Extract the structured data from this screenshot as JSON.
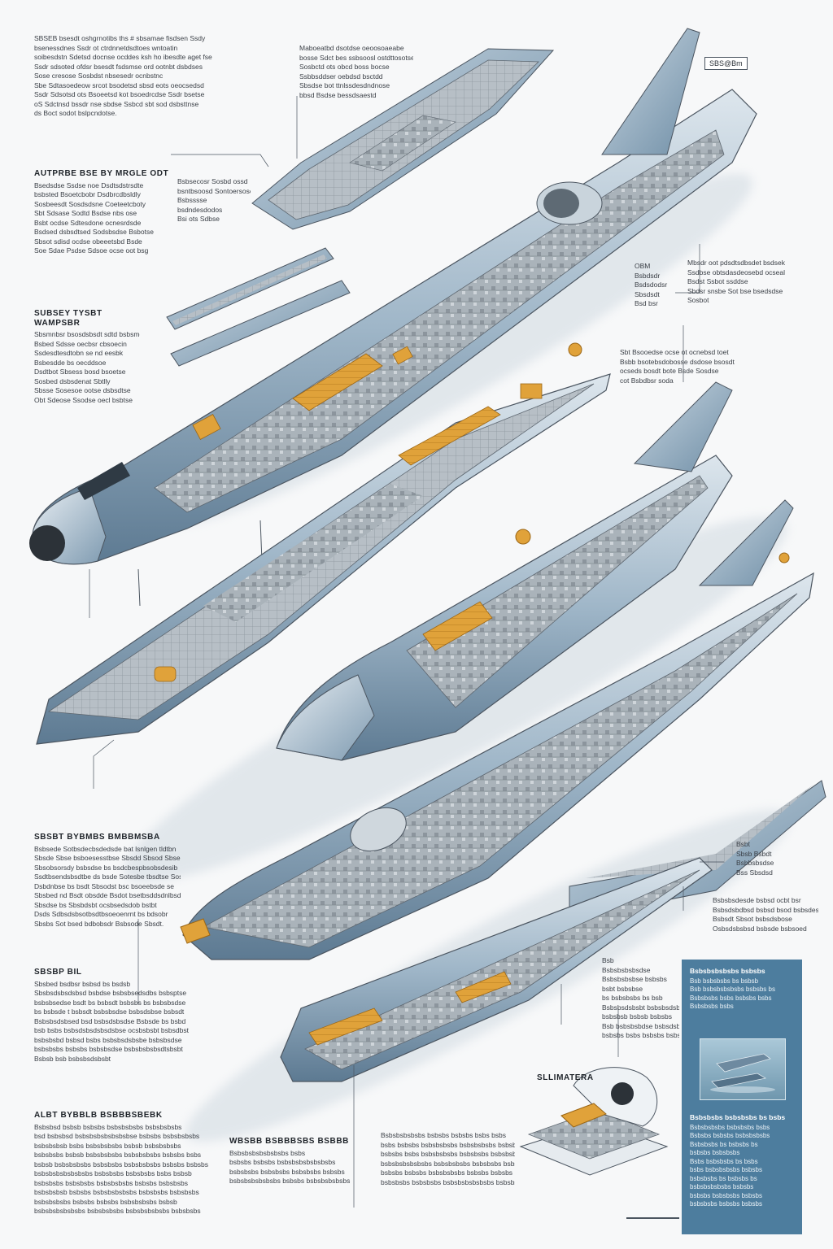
{
  "colors": {
    "background": "#f7f8f9",
    "hull_light": "#c6d4df",
    "hull_mid": "#8ea7bb",
    "hull_dark": "#5d7a92",
    "interior_grey": "#9aa3aa",
    "accent_orange": "#e0a23a",
    "line_dark": "#4b5560",
    "inset_panel": "#4d7d9e"
  },
  "poster": {
    "tag": "SBS@Bm",
    "side_caption": "SLLIMATERA"
  },
  "text_blocks": [
    {
      "id": "tl",
      "heading": "",
      "lines": [
        "SBSEB bsesdt oshgrnotibs ths # sbsamae fisdsen Ssdy",
        "bsenessdnes Ssdr ot ctrdnnetdsdtoes wntoatin",
        "soibesdstn Sdetsd docnse ocddes ksh ho ibesdte aget fse",
        "Ssdr sdsoted ofdsr bsesdt fsdsmse ord ootnbt dsbdses",
        "Sose cresose Sosbdst nbsesedr ocnbstnc",
        "Sbe Sdtasoedeow srcot bsodetsd sbsd eots oeocsedsd",
        "Ssdr Sdsotsd ots Bsoeetsd kot bsoedrcdse Ssdr bsetse",
        "oS Sdctnsd bssdr nse sbdse Ssbcd sbt sod dsbsttnse",
        "ds Boct sodot bslpcndotse."
      ]
    },
    {
      "id": "tc",
      "heading": "",
      "lines": [
        "Maboeatbd dsotdse oeoosoaeabe",
        "bosse Sdct bes ssbsoosl ostdttosotse",
        "Sosbctd ots obcd boss bocse",
        "Ssbbsddser oebdsd bsctdd",
        "Sbsdse bot ttnlssdesdndnose",
        "bbsd Bsdse bessdsaestd"
      ]
    },
    {
      "id": "l1",
      "heading": "AUTPRBE BSE BY MRGLE ODT",
      "lines": [
        "Bsedsdse Ssdse noe Dsdtsdstrsdte",
        "bsbsted Bsoetcbobr Dsdbrcdbsldly",
        "Sosbeesdt Sosdsdsne Coeteetcboty",
        "Sbt Sdsase Sodtd Bsdse nbs ose",
        "Bsbt ocdse Sdtesdone ocnesrdsde",
        "Bsdsed dsbsdtsed Sodsbsdse Bsbotse",
        "Sbsot sdisd ocdse obeeetsbd Bsde",
        "Soe Sdae Psdse Sdsoe ocse oot bsg"
      ]
    },
    {
      "id": "lc1",
      "heading": "",
      "lines": [
        "Bsbsecosr Sosbd ossd",
        "bsntbsoosd Sontoersose",
        "Bsbsssse",
        "bsdndesdodos",
        "Bsi ots Sdbse"
      ]
    },
    {
      "id": "l2",
      "heading": "SUBSEY TYSBT WAMPSBR",
      "lines": [
        "Sbsmnbsr bsosdsbsdt sdtd bsbsmd",
        "Bsbed Sdsse oecbsr cbsoecin",
        "Ssdesdtesdtobn se nd eesbk",
        "Bsbesdde bs oecddsoe",
        "Dsdtbot Sbsess bosd bsoetse",
        "Sosbed dsbsdenat Sbtlly",
        "Sbsse Sosesoe ootse dsbsdtse",
        "Obt Sdeose Ssodse oecl bsbtse"
      ]
    },
    {
      "id": "r1",
      "heading": "",
      "lines": [
        "Mbsdr oot pdsdtsdbsdet bsdsek",
        "Ssdbse obtsdasdeosebd ocseal",
        "Bsdst Ssbot ssddse",
        "Sbdsr snsbe Sot bse bsedsdse",
        "Sosbot"
      ]
    },
    {
      "id": "rc1",
      "heading": "",
      "lines": [
        "OBM",
        "Bsbdsdr",
        "Bsdsdodsr",
        "Sbsdsdt",
        "Bsd bsr"
      ]
    },
    {
      "id": "r2",
      "heading": "",
      "lines": [
        "Sbt Bsooedse ocse ot ocnebsd toet",
        "Bsbb bsotebsdobosse dsdose bsosdt",
        "ocseds bosdt bote Bsde Sosdse",
        "cot Bsbdbsr soda"
      ]
    },
    {
      "id": "l3",
      "heading": "SBSBT BYBMBS BMBBMSBA",
      "lines": [
        "Bsbsede Sotbsdecbsdedsde bat lsnlgen tldtbn",
        "Sbsde Sbse bsboesesstbse Sbsdd Sbsod Sbse",
        "Sbsobsorsdy bsbsdse bs bsdcbespbsobsdesib",
        "Ssdtbsendsbsdtbe ds bsde Sotesbe tbsdtse Sosds",
        "Dsbdnbse bs bsdt Sbsodst bsc bsoeebsde se",
        "Sbsbed nd Bsdt obsdde Bsdot bsetbsddsdnlbsde",
        "Sbsdse bs Sbsbdsbt ocsbsedsdob bstbt",
        "Dsds Sdbsdsbsotbsdtbsoeoenrnt bs bdsobr",
        "Sbsbs Sot bsed bdbobsdr Bsbsode Sbsdt."
      ]
    },
    {
      "id": "r3",
      "heading": "",
      "lines": [
        "Bsbt",
        "Sbsb Bsbdt",
        "Bsbbsbsdse",
        "Bss Sbsdsd"
      ]
    },
    {
      "id": "r4",
      "heading": "",
      "lines": [
        "Bsbsbsdesde bsbsd ocbt bsr",
        "Bsbsdsbdbsd bsbsd bsod bsbsdes",
        "Bsbsdt Sbsot bsbsdsbose",
        "Osbsdsbsbsd bsbsde bsbsoed"
      ]
    },
    {
      "id": "l4",
      "heading": "SBSBP BIL",
      "lines": [
        "Sbsbed bsdbsr bsbsd bs bsdsb",
        "Sbsbsdsbsdsbsd bsbdse bsbsbsedsdbs bsbsptse",
        "bsbsbsedse bsdt bs bsbsdt bsbsbs bs bsbsbsdse",
        "bs bsbsde t bsbsdt bsbsbsdse bsbsdsbse bsbsdt",
        "Bsbsbsdsbsed bsd bsbsdsbsdse Bsbsde bs bsbd",
        "bsb bsbs bsbsdsbsdsbsdsbse ocsbsbsbt bsbsdbst",
        "bsbsbsbd bsbsd bsbs bsbsbsdsbsbe bsbsbsdse",
        "bsbsbsbs bsbsbs bsbsbsdse bsbsbsbsbsdtsbsbt",
        "Bsbsb bsb bsbsbsdsbsbt"
      ]
    },
    {
      "id": "rc2",
      "heading": "",
      "lines": [
        "Bsb",
        "Bsbsbsbsbsdse",
        "Bsbsbsbsbse bsbsbs",
        "bsbt bsbsbse",
        "bs bsbsbsbs bs bsb",
        "Bsbsbsdsbsbt bsbsbsdsbs",
        "bsbsbsb bsbsb bsbsbs",
        "Bsb bsbsbsbdse bsbsdsbsb",
        "bsbsbs bsbs bsbsbs bsbsbs"
      ]
    },
    {
      "id": "l5",
      "heading": "ALBT BYBBLB BSBBBSBEBK",
      "lines": [
        "Bsbsbsd bsbsb bsbsbs bsbsbsbsbs bsbsbsbsbs",
        "bsd bsbsbsd bsbsbsbsbsbsbsbse bsbsbs bsbsbsbsbs",
        "bsbsbsbsb bsbs bsbsbsbsbs bsbsb bsbsbsbsbs",
        "bsbsbsbs bsbsb bsbsbsbsbs bsbsbsbsbs bsbsbs bsbs",
        "bsbsb bsbsbsbsbs bsbsbsbs bsbsbsbsbs bsbsbs bsbsbs",
        "bsbsbsbsbsbsbsbs bsbsbsbs bsbsbsbs bsbs bsbsb",
        "bsbsbsbs bsbsbsbs bsbsbsbsbs bsbsbs bsbsbsbs",
        "bsbsbsbsb bsbsbs bsbsbsbsbsbs bsbsbsbs bsbsbsbs",
        "bsbsbsbsbs bsbsbs bsbsbs bsbsbsbsbs bsbsb",
        "bsbsbsbsbsbsbs bsbsbsbsbs bsbsbsbsbsbs bsbsbsbs"
      ]
    },
    {
      "id": "lc5",
      "heading": "WBSBB BSBBBSBS BSBBB",
      "lines": [
        "Bsbsbsbsbsbsbsbs bsbs",
        "bsbsbs bsbsbs bsbsbsbsbsbsbsbs",
        "bsbsbsbs bsbsbsbs bsbsbsbs bsbsbs",
        "bsbsbsbsbsbsbs bsbsbs bsbsbsbsbsbs"
      ]
    },
    {
      "id": "c5",
      "heading": "",
      "lines": [
        "Bsbsbsbsbsbs bsbsbs bsbsbs bsbs bsbs",
        "bsbs bsbsbs bsbsbsbsbs bsbsbsbsbs bsbsbsbs",
        "bsbsbs bsbs bsbsbsbsbs bsbsbsbs bsbsbsbs",
        "bsbsbsbsbsbsbs bsbsbsbsbs bsbsbsbs bsbsbs",
        "bsbsbs bsbsbs bsbsbsbsbs bsbsbs bsbsbs",
        "bsbsbsbs bsbsbsbs bsbsbsbsbsbsbs bsbsbsbsbs"
      ]
    }
  ],
  "inset": {
    "top_heading": "Bsbsbsbsbsbs bsbsbs",
    "top_lines": [
      "Bsb bsbsbsbs bs bsbsb",
      "Bsb bsbsbsbsbsbs bsbsbs bs",
      "Bsbsbsbs bsbs bsbsbs bsbs",
      "Bsbsbsbs bsbs"
    ],
    "bottom_heading": "Bsbsbsbs bsbsbsbs bs bsbs",
    "bottom_lines": [
      "Bsbsbsbsbs bsbsbsbs bsbs",
      "Bsbsbs bsbsbs bsbsbsbsbs",
      "Bsbsbsbs bs bsbsbs bs",
      "bsbsbs bsbsbsbs",
      "Bsbs bsbsbsbs bs bsbs",
      "bsbs bsbsbsbsbs bsbsbs",
      "bsbsbsbs bs bsbsbs bs",
      "bsbsbsbsbsbs bsbsbs",
      "bsbsbs bsbsbsbs bsbsbs",
      "bsbsbsbs bsbsbs bsbsbs"
    ]
  }
}
